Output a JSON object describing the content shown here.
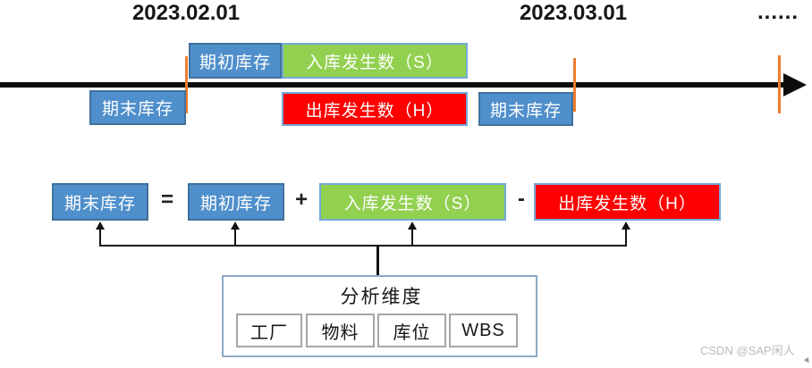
{
  "colors": {
    "blue_fill": "#4F8FCB",
    "blue_border": "#41719C",
    "green_fill": "#92D050",
    "red_fill": "#FE0000",
    "colored_box_border": "#74A9D8",
    "orange_tick": "#ED7D31",
    "timeline_black": "#0D0D0D",
    "dimension_outer_border": "#8EA9C4",
    "dimension_inner_border": "#A6A6A6",
    "watermark_gray": "#BBBBBB"
  },
  "timeline": {
    "date_left": "2023.02.01",
    "date_right": "2023.03.01",
    "ellipsis": "......",
    "upper_boxes": {
      "opening_stock": "期初库存",
      "inbound": "入库发生数（S）"
    },
    "lower_boxes": {
      "closing_stock_feb": "期末库存",
      "outbound": "出库发生数（H）",
      "closing_stock_mar": "期末库存"
    }
  },
  "formula": {
    "result": "期末库存",
    "equals_sign": "=",
    "opening": "期初库存",
    "plus_sign": "+",
    "inbound": "入库发生数（S）",
    "minus_sign": "-",
    "outbound": "出库发生数（H）"
  },
  "dimensions": {
    "title": "分析维度",
    "items": [
      "工厂",
      "物料",
      "库位",
      "WBS"
    ]
  },
  "watermark": "CSDN @SAP闲人"
}
